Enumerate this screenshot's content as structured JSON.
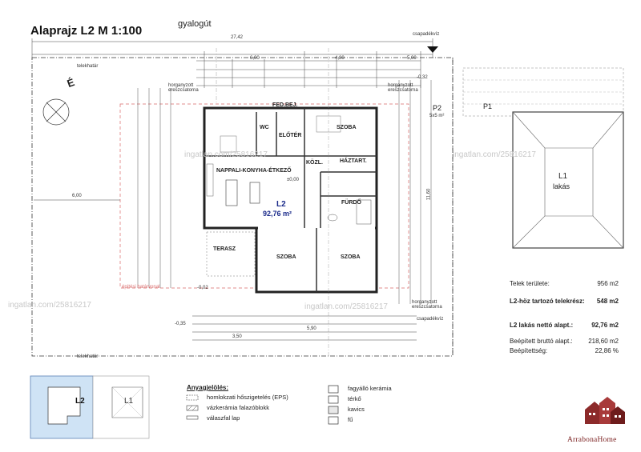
{
  "title": "Alaprajz L2  M 1:100",
  "street": "gyalogút",
  "north_label": "É",
  "watermark": "ingatlan.com/25816217",
  "dimensions": {
    "top_total": "27,42",
    "top_seg_a": "6,00",
    "top_seg_b": "4,80",
    "top_seg_c": "5,00",
    "left_big": "6,00",
    "right_total": "11,60",
    "bottom_seg": "5,90",
    "bottom_total": "3,50"
  },
  "rooms": {
    "wc": "WC",
    "eloter": "ELŐTÉR",
    "fedbej": "FED.BEJ.",
    "szoba_top": "SZOBA",
    "nappali": "NAPPALI-KONYHA-ÉTKEZŐ",
    "kozl": "KÖZL.",
    "haztart": "HÁZTART.",
    "furdo": "FÜRDŐ",
    "terasz": "TERASZ",
    "szoba_bl": "SZOBA",
    "szoba_br": "SZOBA",
    "unit_code": "L2",
    "unit_area": "92,76 m²"
  },
  "annotations": {
    "p1": "P1",
    "p2": "P2",
    "p2_size": "5x5 m²",
    "l1": "L1",
    "l1_sub": "lakás",
    "kerites": "horganyzott ereszcsatorna",
    "telekhatar": "telekhatár",
    "epitesi_hatar": "építési határvonal",
    "csapadek": "csapadékvíz",
    "level_a": "-0,32",
    "level_b": "-0,02",
    "level_c": "-0,35",
    "level_d": "±0,00"
  },
  "stats": {
    "telek_label": "Telek területe:",
    "telek_value": "956 m2",
    "resz_label": "L2-höz tartozó telekrész:",
    "resz_value": "548 m2",
    "netto_label": "L2 lakás nettó alapt.:",
    "netto_value": "92,76 m2",
    "brutto_label": "Beépített bruttó alapt.:",
    "brutto_value": "218,60 m2",
    "beepitettseg_label": "Beépítettség:",
    "beepitettseg_value": "22,86 %"
  },
  "keymap": {
    "l2": "L2",
    "l1": "L1"
  },
  "legend": {
    "title": "Anyagjelölés:",
    "left": [
      "homlokzati hőszigetelés (EPS)",
      "vázkerámia falazóblokk",
      "válaszfal lap"
    ],
    "right": [
      "fagyálló kerámia",
      "térkő",
      "kavics",
      "fű"
    ]
  },
  "logo": {
    "text": "ArrabonaHome"
  },
  "colors": {
    "keymap_fill": "#cfe3f5",
    "l2_label": "#1a2a8a",
    "logo": "#7a1f1f"
  }
}
